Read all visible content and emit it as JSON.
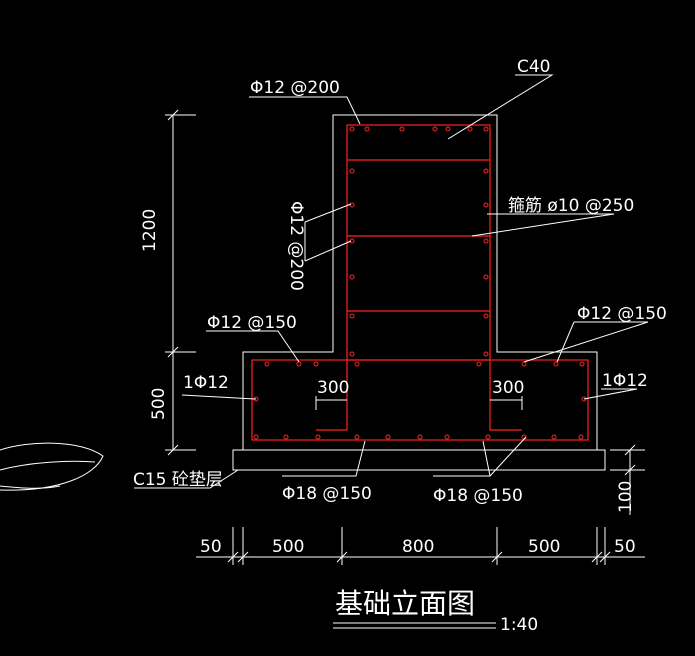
{
  "drawing": {
    "title": "基础立面图",
    "scale": "1:40",
    "concrete_grade": "C40",
    "cushion_label": "C15 砼垫层",
    "labels": {
      "top_bar": "Φ12 @200",
      "column_side_bar": "Φ12 @200",
      "stirrup": "箍筋 ø10 @250",
      "footing_top_left": "Φ12 @150",
      "footing_top_right": "Φ12 @150",
      "edge_bar_left": "1Φ12",
      "edge_bar_right": "1Φ12",
      "bottom_bar_left": "Φ18 @150",
      "bottom_bar_right": "Φ18 @150",
      "anchor_left": "300",
      "anchor_right": "300"
    },
    "dimensions": {
      "column_height": "1200",
      "footing_height": "500",
      "cushion_thickness": "100",
      "bottom": [
        "50",
        "500",
        "800",
        "500",
        "50"
      ]
    },
    "colors": {
      "background": "#000000",
      "lines": "#ffffff",
      "rebar": "#ff2020"
    }
  }
}
